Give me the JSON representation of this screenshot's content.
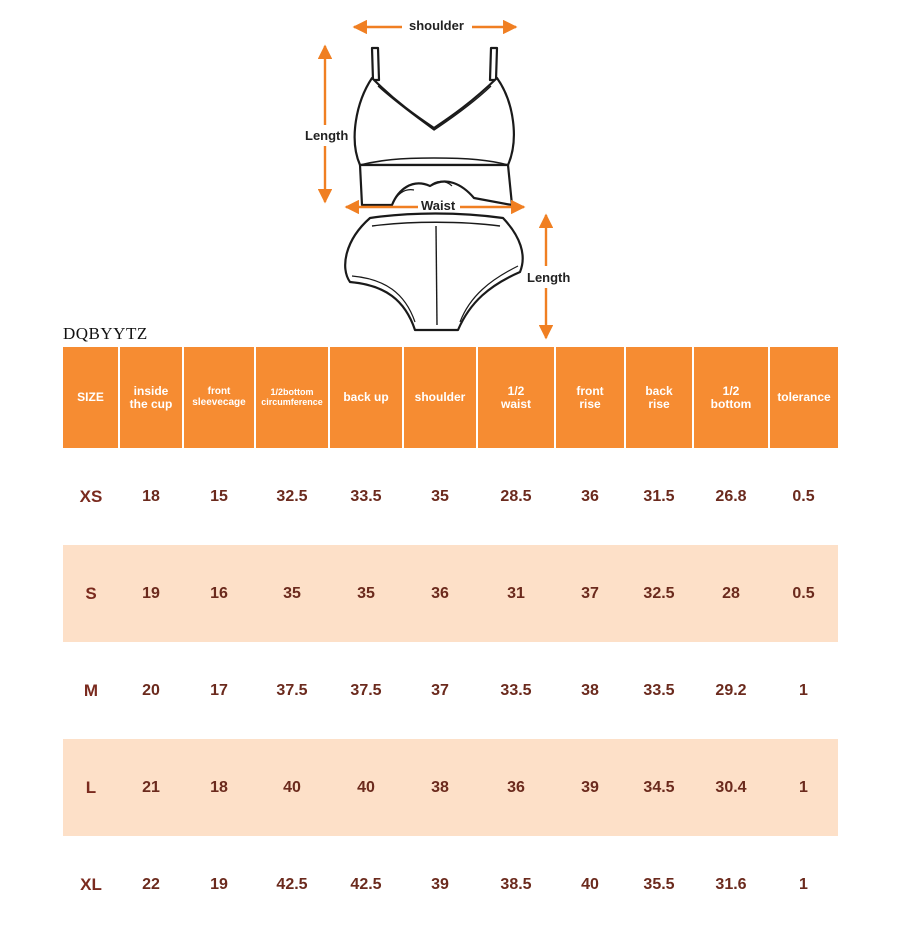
{
  "diagram": {
    "labels": {
      "shoulder": "shoulder",
      "top_length": "Length",
      "waist": "Waist",
      "bottom_length": "Length"
    },
    "colors": {
      "arrow": "#f07f22",
      "outline": "#1a1a1a"
    }
  },
  "brand": "DQBYYTZ",
  "table": {
    "headers": [
      [
        "SIZE"
      ],
      [
        "inside",
        "the cup"
      ],
      [
        "front",
        "sleevecage"
      ],
      [
        "1/2bottom",
        "circumference"
      ],
      [
        "back up"
      ],
      [
        "shoulder"
      ],
      [
        "1/2",
        "waist"
      ],
      [
        "front",
        "rise"
      ],
      [
        "back",
        "rise"
      ],
      [
        "1/2",
        "bottom"
      ],
      [
        "tolerance"
      ]
    ],
    "rows": [
      [
        "XS",
        "18",
        "15",
        "32.5",
        "33.5",
        "35",
        "28.5",
        "36",
        "31.5",
        "26.8",
        "0.5"
      ],
      [
        "S",
        "19",
        "16",
        "35",
        "35",
        "36",
        "31",
        "37",
        "32.5",
        "28",
        "0.5"
      ],
      [
        "M",
        "20",
        "17",
        "37.5",
        "37.5",
        "37",
        "33.5",
        "38",
        "33.5",
        "29.2",
        "1"
      ],
      [
        "L",
        "21",
        "18",
        "40",
        "40",
        "38",
        "36",
        "39",
        "34.5",
        "30.4",
        "1"
      ],
      [
        "XL",
        "22",
        "19",
        "42.5",
        "42.5",
        "39",
        "38.5",
        "40",
        "35.5",
        "31.6",
        "1"
      ]
    ],
    "colors": {
      "header_bg": "#f68c32",
      "header_text": "#ffffff",
      "alt_row_bg": "#fde0c8",
      "cell_text": "#6b2a1d"
    }
  }
}
